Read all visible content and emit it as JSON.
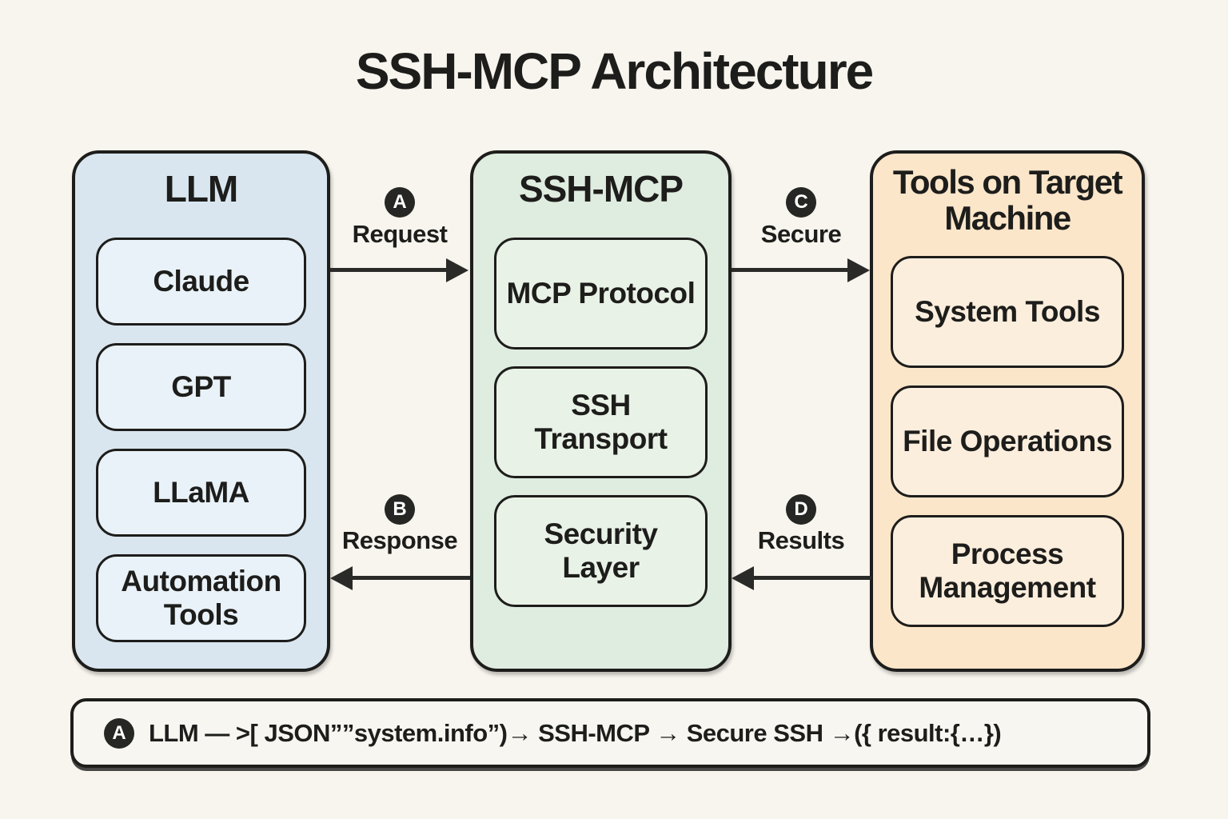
{
  "title": "SSH-MCP Architecture",
  "panels": [
    {
      "title": "LLM",
      "items": [
        "Claude",
        "GPT",
        "LLaMA",
        "Automation Tools"
      ]
    },
    {
      "title": "SSH-MCP",
      "items": [
        "MCP Protocol",
        "SSH Transport",
        "Security Layer"
      ]
    },
    {
      "title": "Tools on Target Machine",
      "items": [
        "System Tools",
        "File Operations",
        "Process Management"
      ]
    }
  ],
  "arrows": [
    {
      "badge": "A",
      "label": "Request",
      "direction": "right"
    },
    {
      "badge": "B",
      "label": "Response",
      "direction": "left"
    },
    {
      "badge": "C",
      "label": "Secure",
      "direction": "right"
    },
    {
      "badge": "D",
      "label": "Results",
      "direction": "left"
    }
  ],
  "flow_bar": {
    "badge": "A",
    "text": "LLM — >[ JSON””system.info”)→ SSH-MCP → Secure SSH →({ result:{…})"
  },
  "colors": {
    "background": "#f8f5ee",
    "border": "#1d1d1b",
    "arrow": "#2a2a28",
    "badge_bg": "#262624",
    "badge_text": "#ffffff",
    "llm_panel": "#d9e6ef",
    "llm_box": "#e9f2f8",
    "mcp_panel": "#dfece0",
    "mcp_box": "#e9f2e6",
    "tools_panel": "#fbe6ca",
    "tools_box": "#fceedd"
  }
}
